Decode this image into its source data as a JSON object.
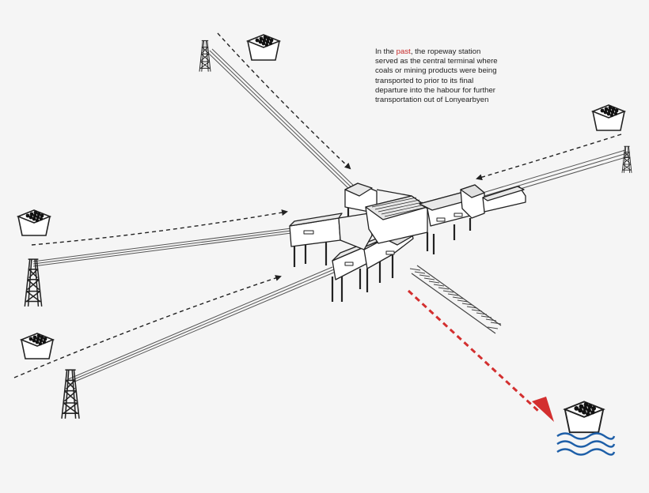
{
  "caption": {
    "before": "In the ",
    "highlight": "past",
    "after": ", the ropeway station served as the central terminal where coals or mining products were being transported to prior to its final departure into the habour for further transportation out of Lonyearbyen"
  },
  "colors": {
    "background": "#f5f5f5",
    "line": "#222222",
    "highlight": "#c62828",
    "arrow_red": "#d32f2f",
    "water": "#1e5fa8"
  },
  "icons": {
    "coal_bucket": "coal-bucket-icon",
    "pylon": "pylon-icon",
    "water": "water-waves-icon",
    "rail": "railway-track-icon"
  }
}
